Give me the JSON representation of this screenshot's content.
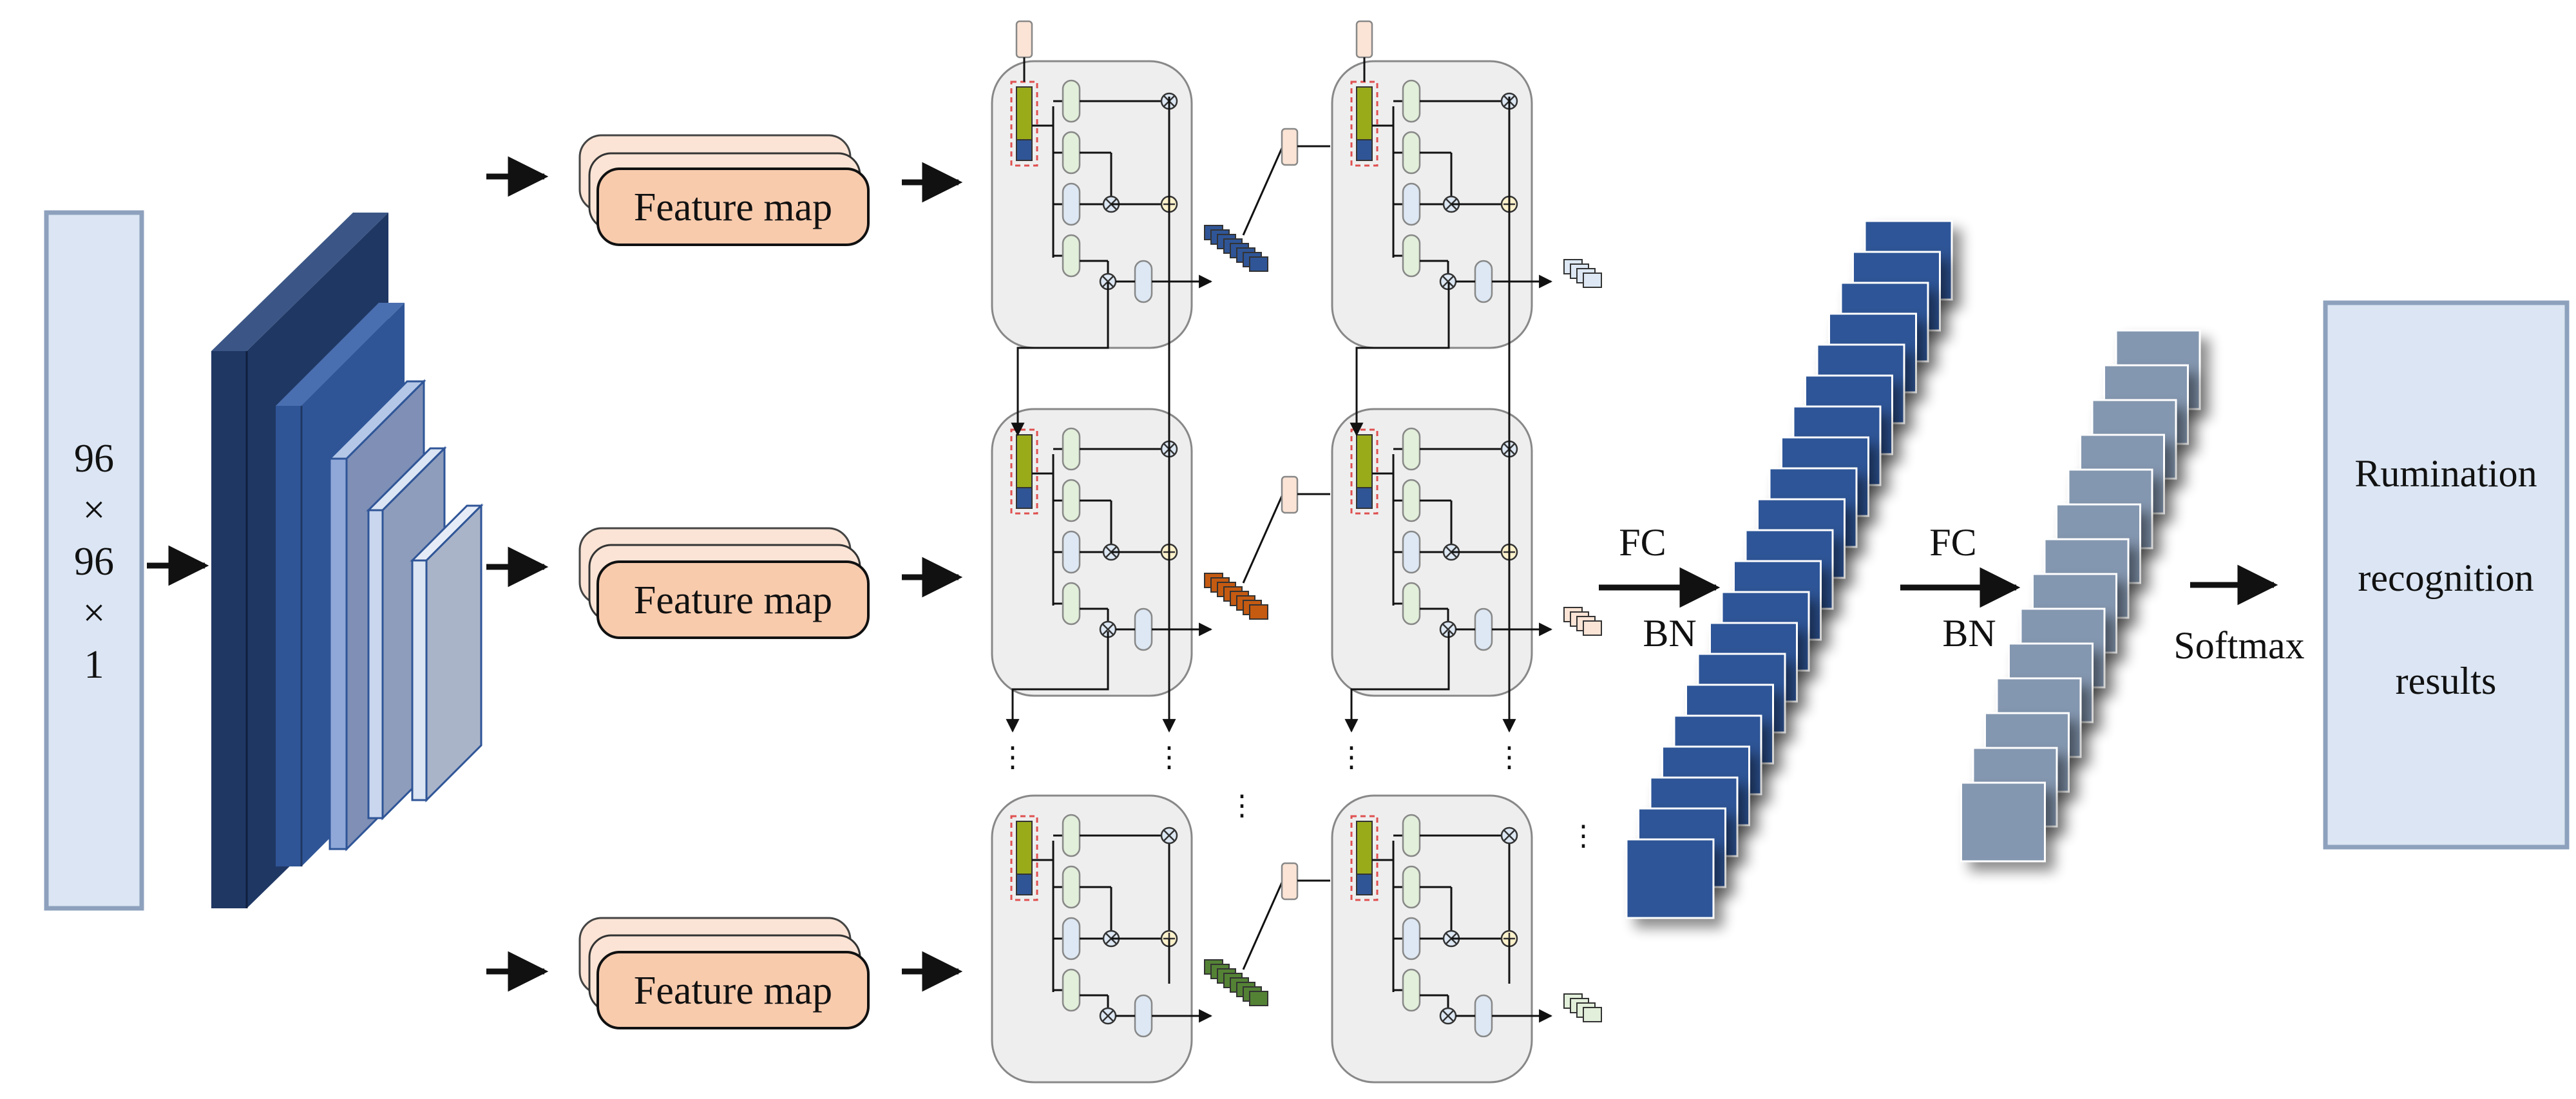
{
  "input": {
    "line1": "96",
    "line2": "×",
    "line3": "96",
    "line4": "×",
    "line5": "1"
  },
  "feature_maps": [
    {
      "label": "Feature map"
    },
    {
      "label": "Feature map"
    },
    {
      "label": "Feature map"
    }
  ],
  "fc_bn_1": {
    "fc": "FC",
    "bn": "BN"
  },
  "fc_bn_2": {
    "fc": "FC",
    "bn": "BN"
  },
  "softmax": {
    "label": "Softmax"
  },
  "output": {
    "line1": "Rumination",
    "line2": "recognition",
    "line3": "results"
  },
  "ellipsis": "⋮",
  "colors": {
    "input_fill": "#dbe5f3",
    "input_border": "#8da1bd",
    "conv_dark": "#1f3763",
    "conv_mid": "#2f5597",
    "conv_light": "#8fa8d8",
    "conv_pale": "#a9b4c8",
    "feature_map": "#f8cbad",
    "feature_map_back": "#fbe4d5",
    "cell_bg": "#eeeeee",
    "gate_green": "#e2efda",
    "gate_blue": "#dde8f4",
    "token_row1": "#2f5597",
    "token_row2": "#c55a11",
    "token_row3": "#548235",
    "fc1_block": "#2f5597",
    "fc2_block": "#8497b0",
    "output_fill": "#dbe5f3"
  },
  "icons": [
    "right-arrow-icon",
    "multiply-node-icon",
    "add-node-icon",
    "ellipsis-icon"
  ]
}
